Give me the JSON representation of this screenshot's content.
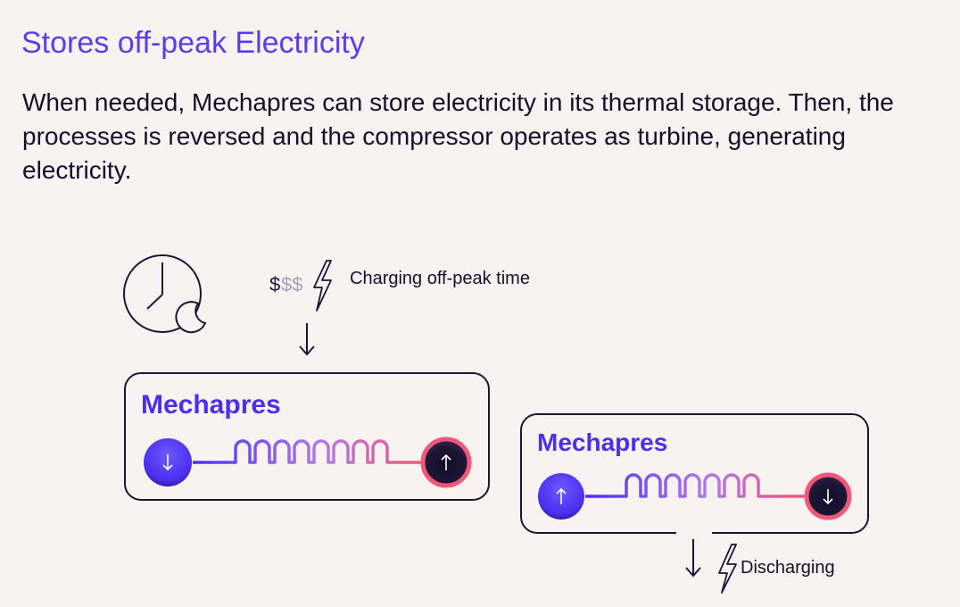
{
  "heading": "Stores off-peak Electricity",
  "description": "When needed, Mechapres can store electricity in its thermal storage. Then, the processes is reversed and the compressor operates as turbine, generating electricity.",
  "diagram": {
    "cost_symbol_dark": "$",
    "cost_symbol_light": "$$",
    "charging_label": "Charging off-peak time",
    "unit_left_logo": "Mechapres",
    "unit_right_logo": "Mechapres",
    "discharging_label": "Discharging",
    "icons": [
      "clock-moon-icon",
      "lightning-icon",
      "arrow-down-icon",
      "arrow-up-icon"
    ]
  },
  "colors": {
    "heading": "#5b3df0",
    "text": "#140f2a",
    "background": "#f8f3f0",
    "accent_blue": "#4a2ff0",
    "accent_pink": "#f0577a",
    "outline": "#1c1634",
    "muted_dollar": "#a7a3b5"
  }
}
